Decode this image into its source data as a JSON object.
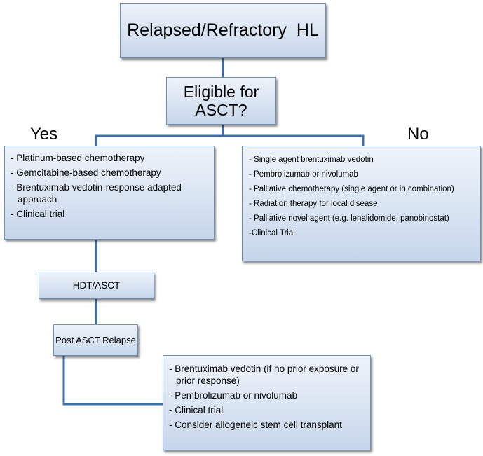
{
  "diagram": {
    "title": "Relapsed/Refractory  HL",
    "question": [
      "Eligible for",
      "ASCT?"
    ],
    "yes_label": "Yes",
    "no_label": "No",
    "yes_options": [
      "- Platinum-based chemotherapy",
      "- Gemcitabine-based chemotherapy",
      "- Brentuximab vedotin-response adapted approach",
      "- Clinical trial"
    ],
    "no_options": [
      "- Single agent brentuximab vedotin",
      "- Pembrolizumab or nivolumab",
      "- Palliative chemotherapy (single agent or in combination)",
      "- Radiation therapy for local disease",
      "- Palliative novel agent (e.g. lenalidomide, panobinostat)",
      "-Clinical Trial"
    ],
    "hdt_asct": "HDT/ASCT",
    "post_relapse": "Post ASCT Relapse",
    "relapse_options": [
      "- Brentuximab vedotin (if no prior exposure or prior response)",
      "- Pembrolizumab or nivolumab",
      "- Clinical trial",
      "- Consider allogeneic stem cell transplant"
    ],
    "colors": {
      "box_border": "#6f8fb5",
      "connector": "#3f6fa8"
    }
  }
}
